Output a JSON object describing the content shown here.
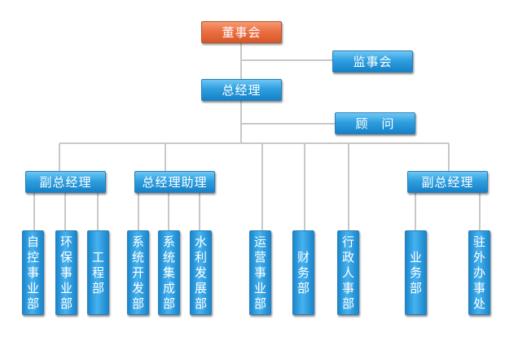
{
  "nodes": {
    "board": "董事会",
    "supervisors": "监事会",
    "gm": "总经理",
    "advisor": "顾　问",
    "vgm_left": "副总经理",
    "gm_assistant": "总经理助理",
    "vgm_right": "副总经理"
  },
  "departments": [
    {
      "id": "dept-auto-control",
      "lines": [
        "自",
        "控",
        "事",
        "业",
        "部"
      ]
    },
    {
      "id": "dept-env-protection",
      "lines": [
        "环",
        "保",
        "事",
        "业",
        "部"
      ]
    },
    {
      "id": "dept-engineering",
      "lines": [
        "工",
        "程",
        "部"
      ]
    },
    {
      "id": "dept-system-dev",
      "lines": [
        "系",
        "统",
        "开",
        "发",
        "部"
      ]
    },
    {
      "id": "dept-system-integration",
      "lines": [
        "系",
        "统",
        "集",
        "成",
        "部"
      ]
    },
    {
      "id": "dept-water-development",
      "lines": [
        "水",
        "利",
        "发",
        "展",
        "部"
      ]
    },
    {
      "id": "dept-operations",
      "lines": [
        "运",
        "营",
        "事",
        "业",
        "部"
      ]
    },
    {
      "id": "dept-finance",
      "lines": [
        "财",
        "务",
        "部"
      ]
    },
    {
      "id": "dept-admin-hr",
      "lines": [
        "行",
        "政",
        "人",
        "事",
        "部"
      ]
    },
    {
      "id": "dept-business",
      "lines": [
        "业",
        "务",
        "部"
      ]
    },
    {
      "id": "dept-field-office",
      "lines": [
        "驻",
        "外",
        "办",
        "事",
        "处"
      ]
    }
  ],
  "colors": {
    "connector": "#c8c8c8",
    "blue": "#2f9fe0",
    "orange": "#ec7044"
  }
}
